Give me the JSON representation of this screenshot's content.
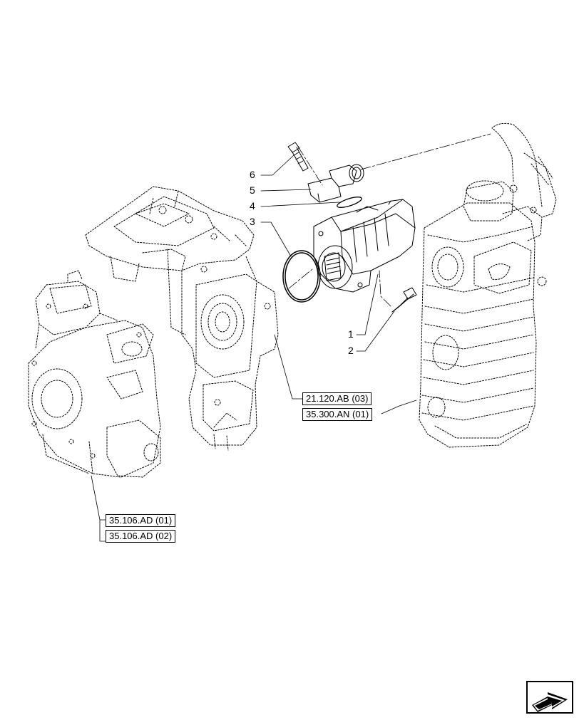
{
  "callouts": [
    "1",
    "2",
    "3",
    "4",
    "5",
    "6"
  ],
  "references": {
    "ref_21_120": "21.120.AB (03)",
    "ref_35_300": "35.300.AN (01)",
    "ref_35_106_01": "35.106.AD (01)",
    "ref_35_106_02": "35.106.AD (02)"
  },
  "icons": {
    "nav": "next-page-arrow-icon"
  }
}
